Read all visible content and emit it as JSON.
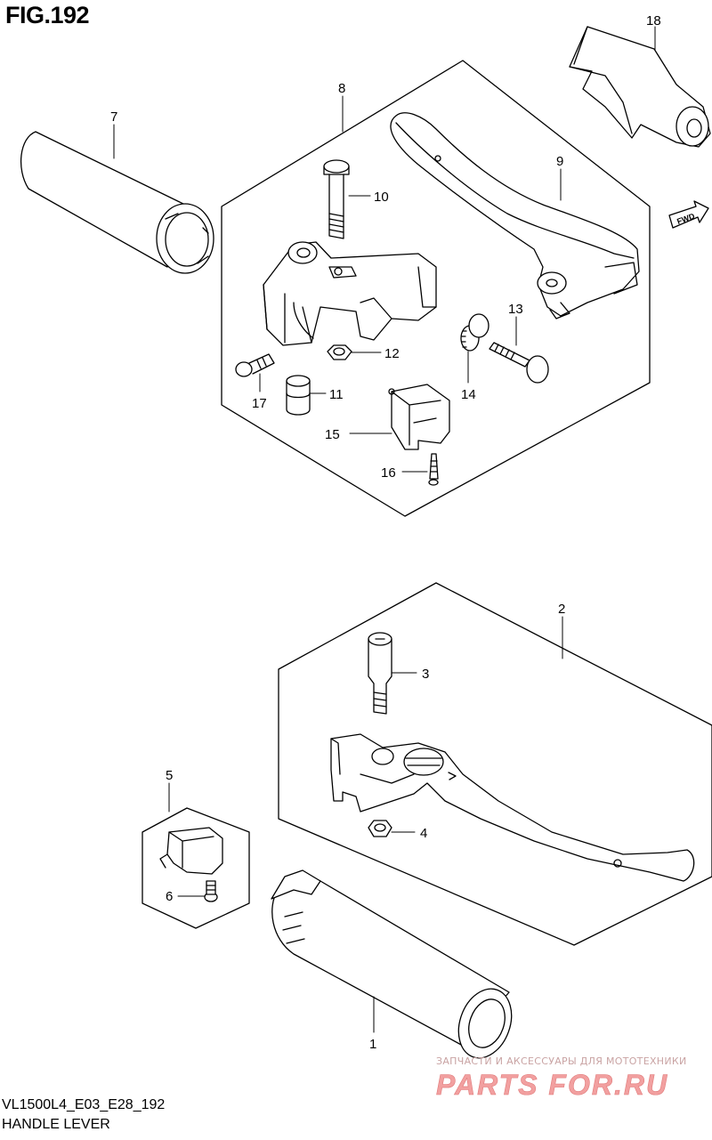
{
  "figure": {
    "title": "FIG.192"
  },
  "callouts": {
    "c1": "1",
    "c2": "2",
    "c3": "3",
    "c4": "4",
    "c5": "5",
    "c6": "6",
    "c7": "7",
    "c8": "8",
    "c9": "9",
    "c10": "10",
    "c11": "11",
    "c12": "12",
    "c13": "13",
    "c14": "14",
    "c15": "15",
    "c16": "16",
    "c17": "17",
    "c18": "18"
  },
  "fwd_marker": "FWD",
  "footer": {
    "code": "VL1500L4_E03_E28_192",
    "name": "HANDLE LEVER"
  },
  "watermark": {
    "tagline": "ЗАПЧАСТИ И АКСЕССУАРЫ ДЛЯ МОТОТЕХНИКИ",
    "logo": "PARTS FOR.RU"
  }
}
